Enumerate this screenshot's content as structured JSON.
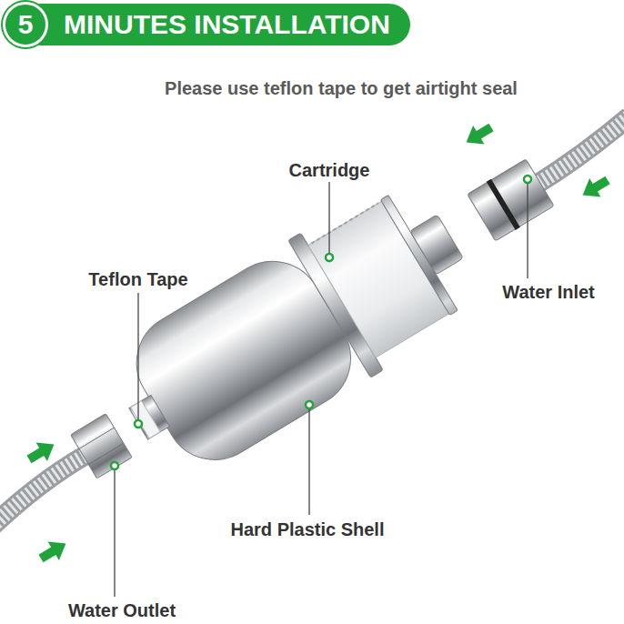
{
  "diagram": {
    "nodes": [
      {
        "text": [
          "5"
        ]
      },
      {
        "text": [
          "MINUTES INSTALLATION"
        ]
      }
    ],
    "labels": [
      "Please use teflon tape to get airtight seal",
      "Cartridge",
      "Teflon Tape",
      "Water Inlet",
      "Hard Plastic Shell",
      "Water Outlet"
    ]
  }
}
